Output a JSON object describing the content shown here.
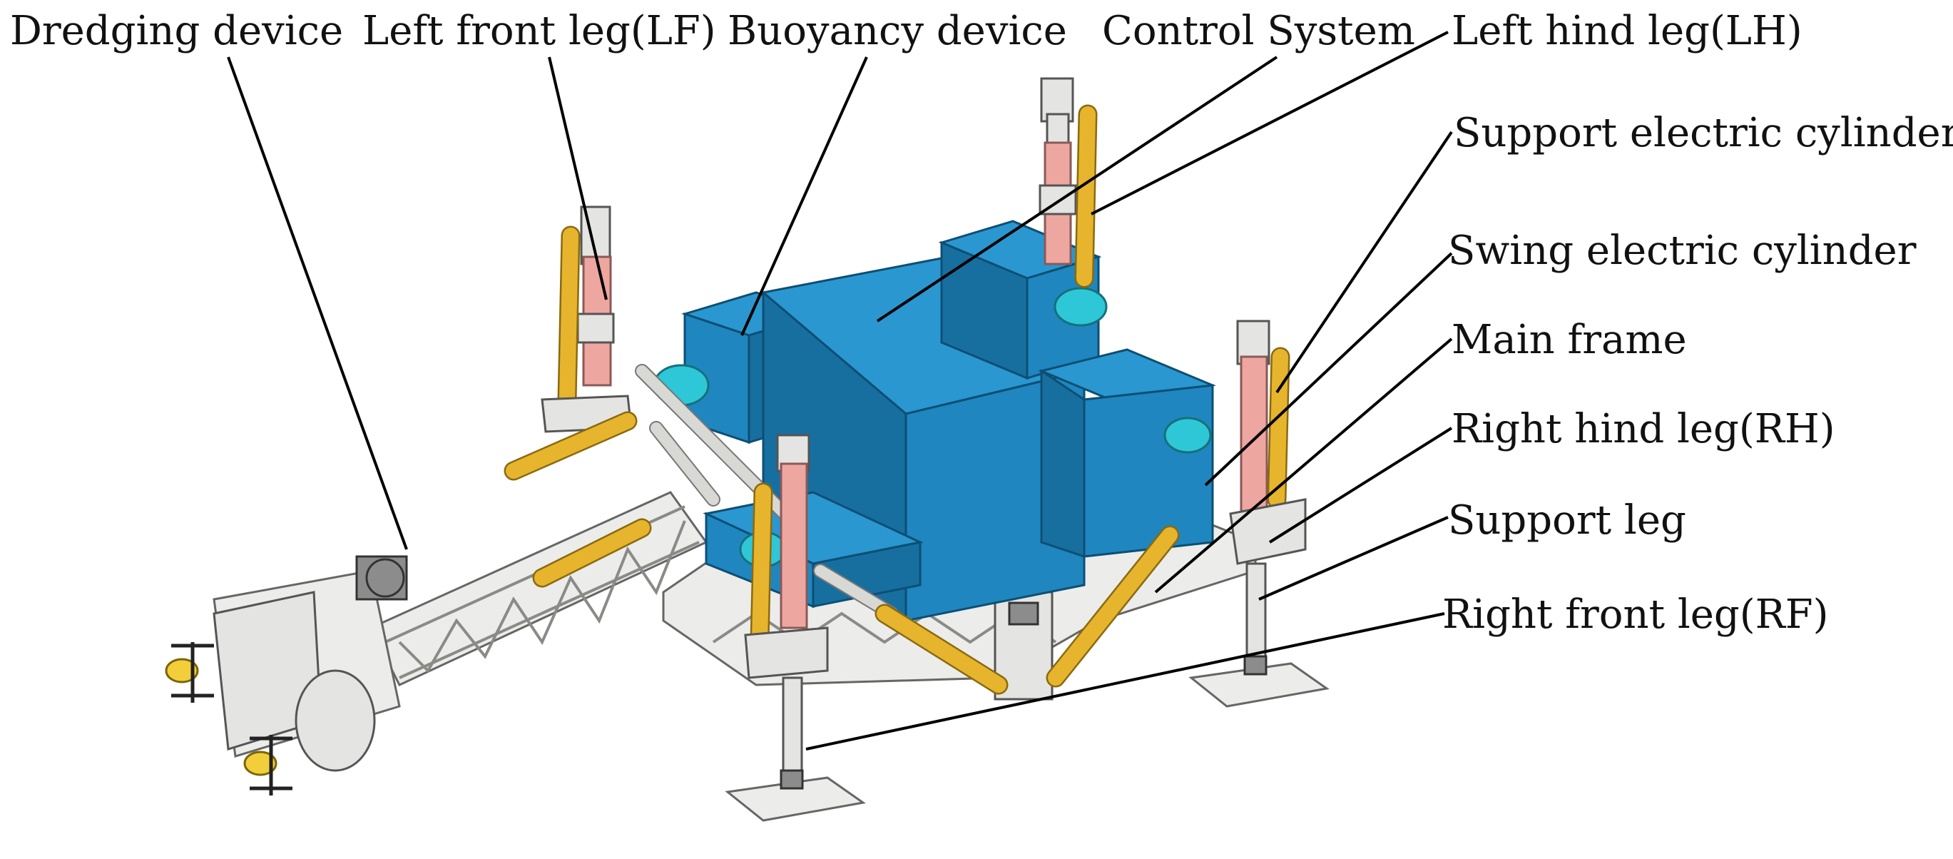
{
  "labels": {
    "dredging_device": "Dredging device",
    "left_front_leg": "Left front leg(LF)",
    "buoyancy_device": "Buoyancy device",
    "control_system": "Control System",
    "left_hind_leg": "Left hind leg(LH)",
    "support_electric_cylinder": "Support electric cylinder",
    "swing_electric_cylinder": "Swing electric cylinder",
    "main_frame": "Main frame",
    "right_hind_leg": "Right hind leg(RH)",
    "support_leg": "Support leg",
    "right_front_leg": "Right front leg(RF)"
  },
  "colors": {
    "buoyancy_blue": "#1f86bf",
    "cylinder_yellow": "#e6b52d",
    "leg_pink": "#eea6a1",
    "frame_white": "#ececea",
    "pump_cyan": "#2ec7d8"
  }
}
